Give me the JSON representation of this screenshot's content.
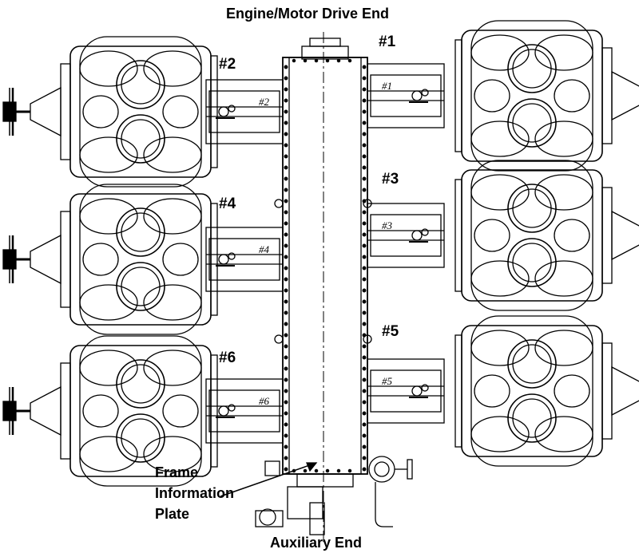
{
  "labels": {
    "top": "Engine/Motor Drive End",
    "bottom": "Auxiliary End",
    "plate_line1": "Frame",
    "plate_line2": "Information",
    "plate_line3": "Plate"
  },
  "cylinders": [
    {
      "big": "#1",
      "small": "#1",
      "side": "right"
    },
    {
      "big": "#2",
      "small": "#2",
      "side": "left"
    },
    {
      "big": "#3",
      "small": "#3",
      "side": "right"
    },
    {
      "big": "#4",
      "small": "#4",
      "side": "left"
    },
    {
      "big": "#5",
      "small": "#5",
      "side": "right"
    },
    {
      "big": "#6",
      "small": "#6",
      "side": "left"
    }
  ],
  "colors": {
    "ink": "#000000",
    "paper": "#ffffff"
  }
}
